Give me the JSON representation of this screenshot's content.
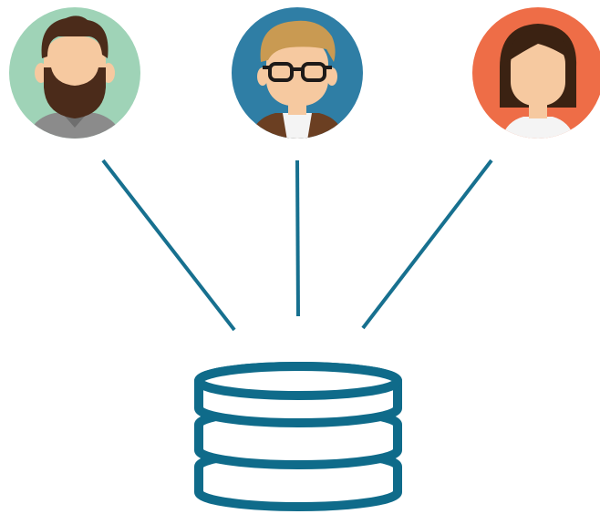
{
  "colors": {
    "background": "#ffffff",
    "connector": "#17708f",
    "database_stroke": "#0f6b8a",
    "database_fill": "#ffffff",
    "skin": "#f6c9a0",
    "user_1_bg": "#9fd3b7",
    "user_2_bg": "#2f7ea5",
    "user_3_bg": "#ee6d47",
    "beard_hair": "#4b2b1a",
    "blond_hair": "#c99a52",
    "dark_hair": "#3b2212",
    "glasses": "#1e1a18",
    "shirt_gray": "#8b8b8b",
    "jacket_brown": "#6b3f22",
    "shirt_white": "#f4f4f4"
  },
  "users": [
    {
      "id": "user-bearded-man",
      "icon": "bearded-man-avatar-icon"
    },
    {
      "id": "user-man-with-glasses",
      "icon": "man-with-glasses-avatar-icon"
    },
    {
      "id": "user-woman",
      "icon": "woman-avatar-icon"
    }
  ],
  "database": {
    "icon": "database-icon",
    "disk_count": 3
  }
}
